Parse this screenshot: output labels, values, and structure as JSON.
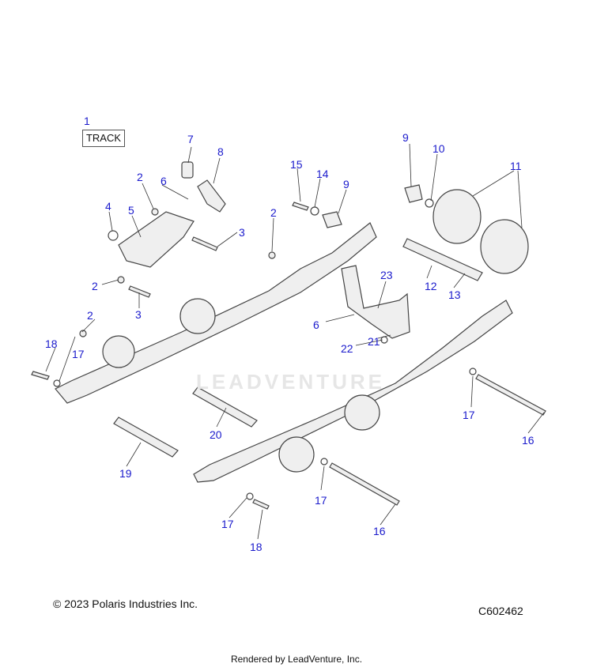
{
  "diagram": {
    "track_label": "TRACK",
    "watermark_text": "LEADVENTURE",
    "callouts": [
      {
        "id": "c1",
        "text": "1"
      },
      {
        "id": "c2a",
        "text": "2"
      },
      {
        "id": "c2b",
        "text": "2"
      },
      {
        "id": "c2c",
        "text": "2"
      },
      {
        "id": "c2d",
        "text": "2"
      },
      {
        "id": "c3a",
        "text": "3"
      },
      {
        "id": "c3b",
        "text": "3"
      },
      {
        "id": "c4",
        "text": "4"
      },
      {
        "id": "c5",
        "text": "5"
      },
      {
        "id": "c6a",
        "text": "6"
      },
      {
        "id": "c6b",
        "text": "6"
      },
      {
        "id": "c7",
        "text": "7"
      },
      {
        "id": "c8",
        "text": "8"
      },
      {
        "id": "c9a",
        "text": "9"
      },
      {
        "id": "c9b",
        "text": "9"
      },
      {
        "id": "c10",
        "text": "10"
      },
      {
        "id": "c11",
        "text": "11"
      },
      {
        "id": "c12",
        "text": "12"
      },
      {
        "id": "c13",
        "text": "13"
      },
      {
        "id": "c14",
        "text": "14"
      },
      {
        "id": "c15",
        "text": "15"
      },
      {
        "id": "c16a",
        "text": "16"
      },
      {
        "id": "c16b",
        "text": "16"
      },
      {
        "id": "c17a",
        "text": "17"
      },
      {
        "id": "c17b",
        "text": "17"
      },
      {
        "id": "c17c",
        "text": "17"
      },
      {
        "id": "c17d",
        "text": "17"
      },
      {
        "id": "c18a",
        "text": "18"
      },
      {
        "id": "c18b",
        "text": "18"
      },
      {
        "id": "c19",
        "text": "19"
      },
      {
        "id": "c20",
        "text": "20"
      },
      {
        "id": "c21",
        "text": "21"
      },
      {
        "id": "c22",
        "text": "22"
      },
      {
        "id": "c23",
        "text": "23"
      }
    ]
  },
  "footer": {
    "copyright": "© 2023 Polaris Industries Inc.",
    "diagram_code": "C602462",
    "rendered_by": "Rendered by LeadVenture, Inc."
  },
  "colors": {
    "callout": "#1a1acc",
    "part_fill": "#efefef",
    "part_stroke": "#444444"
  }
}
